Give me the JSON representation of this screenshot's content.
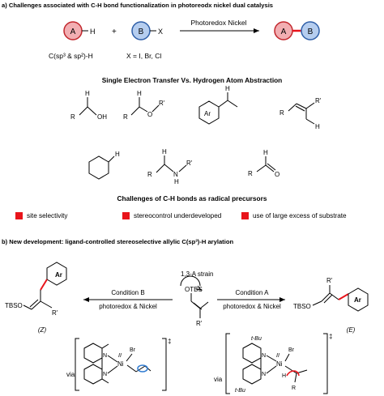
{
  "section_a": {
    "title": "a) Challenges associated with C-H bond functionalization in photoreodx nickel dual catalysis",
    "reaction": {
      "atom_a": "A",
      "h_label": "H",
      "plus": "+",
      "atom_b": "B",
      "x_label": "X",
      "arrow_label": "Photoredox Nickel",
      "a_scope": "C(sp³ & sp²)-H",
      "x_scope": "X = I, Br, Cl"
    },
    "set_heading": "Single Electron Transfer Vs. Hydrogen Atom Abstraction",
    "structure_labels": {
      "r": "R",
      "r_prime": "R'",
      "h": "H",
      "oh": "OH",
      "o": "O",
      "n": "N",
      "ar": "Ar"
    },
    "challenges_heading": "Challenges of C-H bonds as radical precursors",
    "challenges": [
      "site selectivity",
      "stereocontrol underdeveloped",
      "use of large excess of substrate"
    ]
  },
  "section_b": {
    "title": "b) New development: ligand-controlled stereoselective allylic C(sp³)-H arylation",
    "strain_label": "1,3-A strain",
    "otbs": "OTBS",
    "r_prime": "R'",
    "condition_b": "Condition B",
    "condition_a": "Condition A",
    "conditions_sub": "photoredox & Nickel",
    "tbso": "TBSO",
    "ar": "Ar",
    "z_label": "(Z)",
    "e_label": "(E)",
    "via": "via",
    "ni": "Ni",
    "ox_state": "II",
    "br": "Br",
    "n": "N",
    "dagger": "‡",
    "tbu": "t-Bu",
    "h": "H",
    "r": "R"
  },
  "colors": {
    "atom_a_fill": "#f2aeb2",
    "atom_a_stroke": "#c1272d",
    "atom_b_fill": "#b5cdef",
    "atom_b_stroke": "#2f5fa8",
    "highlight_bond": "#e8141b",
    "square_marker": "#e8141b",
    "ts_highlight": "#2f7bd1"
  }
}
